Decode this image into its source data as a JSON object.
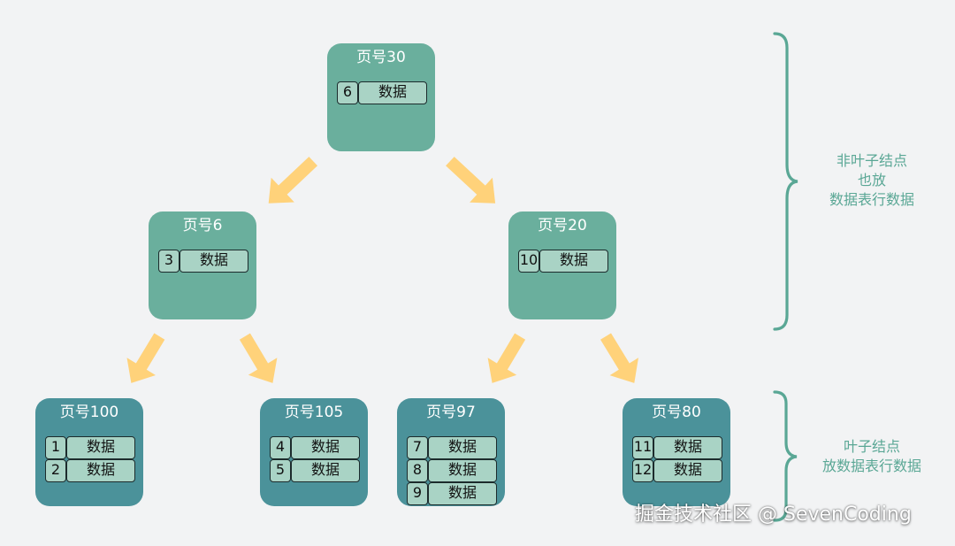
{
  "colors": {
    "background": "#f2f3f4",
    "internal_node": "#6aaf9d",
    "leaf_node": "#4b929a",
    "cell_fill": "#a9d3c5",
    "arrow": "#ffd27a",
    "brace_and_label": "#5aa795"
  },
  "nodes": [
    {
      "id": "root",
      "kind": "internal",
      "title": "页号30",
      "rows": [
        {
          "key": "6",
          "value": "数据"
        }
      ]
    },
    {
      "id": "mid-left",
      "kind": "internal",
      "title": "页号6",
      "rows": [
        {
          "key": "3",
          "value": "数据"
        }
      ]
    },
    {
      "id": "mid-right",
      "kind": "internal",
      "title": "页号20",
      "rows": [
        {
          "key": "10",
          "value": "数据"
        }
      ]
    },
    {
      "id": "leaf-1",
      "kind": "leaf",
      "title": "页号100",
      "rows": [
        {
          "key": "1",
          "value": "数据"
        },
        {
          "key": "2",
          "value": "数据"
        }
      ]
    },
    {
      "id": "leaf-2",
      "kind": "leaf",
      "title": "页号105",
      "rows": [
        {
          "key": "4",
          "value": "数据"
        },
        {
          "key": "5",
          "value": "数据"
        }
      ]
    },
    {
      "id": "leaf-3",
      "kind": "leaf",
      "title": "页号97",
      "rows": [
        {
          "key": "7",
          "value": "数据"
        },
        {
          "key": "8",
          "value": "数据"
        },
        {
          "key": "9",
          "value": "数据"
        }
      ]
    },
    {
      "id": "leaf-4",
      "kind": "leaf",
      "title": "页号80",
      "rows": [
        {
          "key": "11",
          "value": "数据"
        },
        {
          "key": "12",
          "value": "数据"
        }
      ]
    }
  ],
  "edges": [
    {
      "from": "root",
      "to": "mid-left"
    },
    {
      "from": "root",
      "to": "mid-right"
    },
    {
      "from": "mid-left",
      "to": "leaf-1"
    },
    {
      "from": "mid-left",
      "to": "leaf-2"
    },
    {
      "from": "mid-right",
      "to": "leaf-3"
    },
    {
      "from": "mid-right",
      "to": "leaf-4"
    }
  ],
  "labels": {
    "non_leaf": [
      "非叶子结点",
      "也放",
      "数据表行数据"
    ],
    "leaf": [
      "叶子结点",
      "放数据表行数据"
    ]
  },
  "watermark": "掘金技术社区 @ SevenCoding"
}
